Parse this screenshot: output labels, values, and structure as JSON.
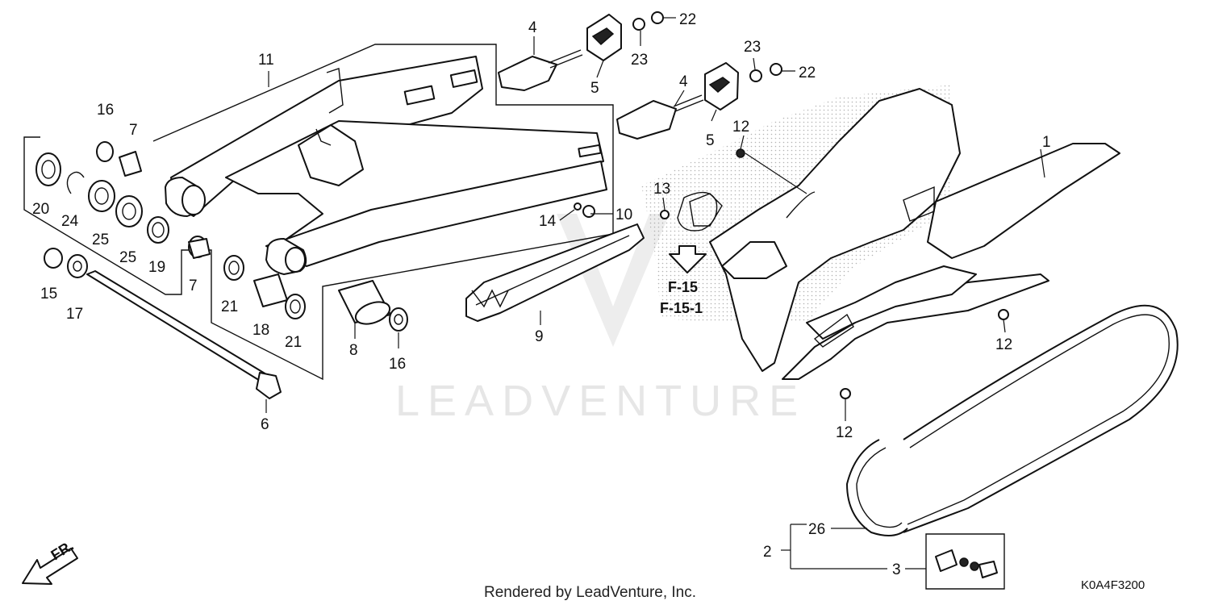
{
  "watermark": {
    "text": "LEADVENTURE"
  },
  "callouts": [
    {
      "id": "c1",
      "label": "1"
    },
    {
      "id": "c2",
      "label": "2"
    },
    {
      "id": "c3",
      "label": "3"
    },
    {
      "id": "c4a",
      "label": "4"
    },
    {
      "id": "c4b",
      "label": "4"
    },
    {
      "id": "c5a",
      "label": "5"
    },
    {
      "id": "c5b",
      "label": "5"
    },
    {
      "id": "c6",
      "label": "6"
    },
    {
      "id": "c7a",
      "label": "7"
    },
    {
      "id": "c7b",
      "label": "7"
    },
    {
      "id": "c8",
      "label": "8"
    },
    {
      "id": "c9",
      "label": "9"
    },
    {
      "id": "c10",
      "label": "10"
    },
    {
      "id": "c11",
      "label": "11"
    },
    {
      "id": "c12a",
      "label": "12"
    },
    {
      "id": "c12b",
      "label": "12"
    },
    {
      "id": "c12c",
      "label": "12"
    },
    {
      "id": "c13",
      "label": "13"
    },
    {
      "id": "c14",
      "label": "14"
    },
    {
      "id": "c15",
      "label": "15"
    },
    {
      "id": "c16a",
      "label": "16"
    },
    {
      "id": "c16b",
      "label": "16"
    },
    {
      "id": "c17",
      "label": "17"
    },
    {
      "id": "c18",
      "label": "18"
    },
    {
      "id": "c19",
      "label": "19"
    },
    {
      "id": "c20",
      "label": "20"
    },
    {
      "id": "c21a",
      "label": "21"
    },
    {
      "id": "c21b",
      "label": "21"
    },
    {
      "id": "c22a",
      "label": "22"
    },
    {
      "id": "c22b",
      "label": "22"
    },
    {
      "id": "c23a",
      "label": "23"
    },
    {
      "id": "c23b",
      "label": "23"
    },
    {
      "id": "c24",
      "label": "24"
    },
    {
      "id": "c25a",
      "label": "25"
    },
    {
      "id": "c25b",
      "label": "25"
    },
    {
      "id": "c26",
      "label": "26"
    }
  ],
  "refs": {
    "f15": "F-15",
    "f151": "F-15-1"
  },
  "direction": {
    "label": "FR."
  },
  "footer": {
    "rendered_by": "Rendered by LeadVenture, Inc.",
    "code": "K0A4F3200"
  }
}
